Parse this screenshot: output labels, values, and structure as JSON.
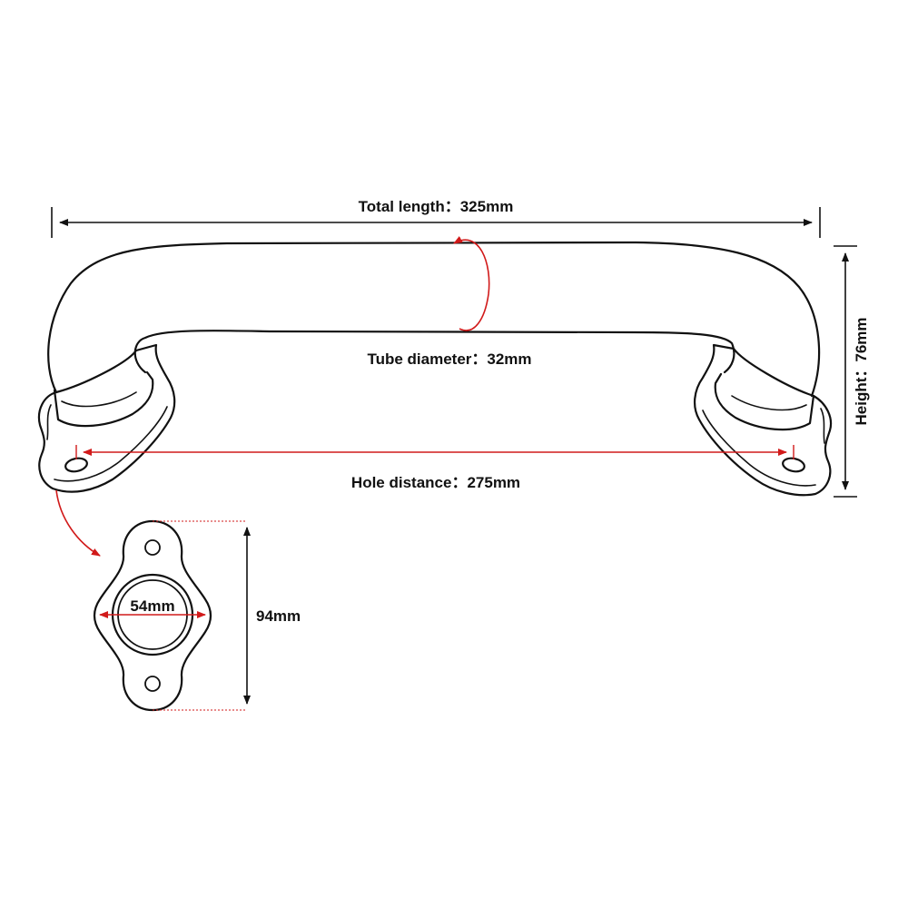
{
  "labels": {
    "total_length": "Total length：325mm",
    "tube_diameter": "Tube diameter：32mm",
    "hole_distance": "Hole distance：275mm",
    "height": "Height：76mm",
    "base_diameter": "54mm",
    "base_length": "94mm"
  },
  "colors": {
    "line": "#111111",
    "accent": "#d11a1a"
  }
}
